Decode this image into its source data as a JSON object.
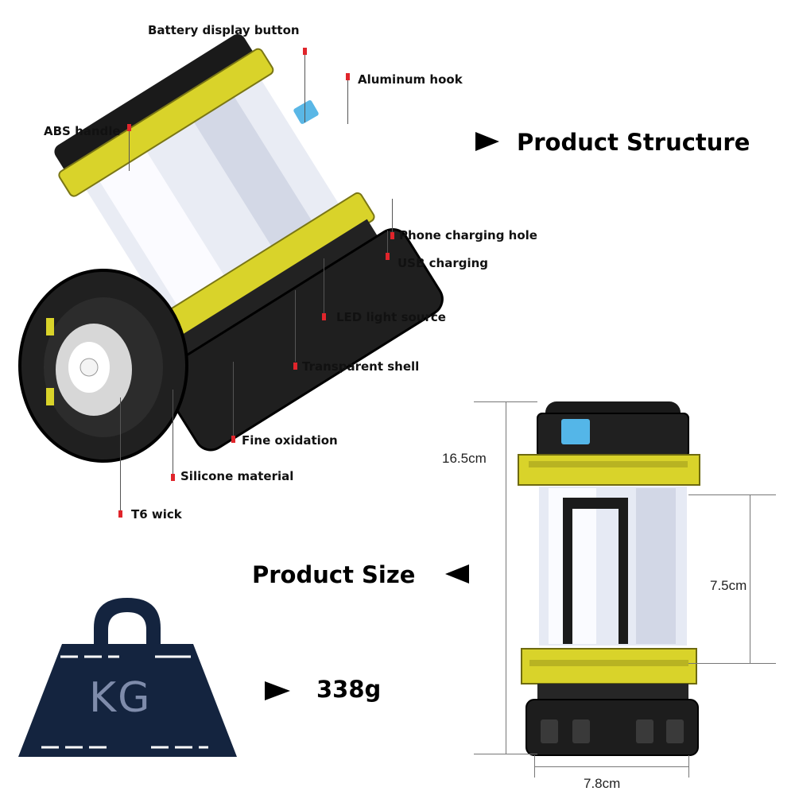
{
  "callouts": {
    "battery_display_button": "Battery display button",
    "aluminum_hook": "Aluminum hook",
    "abs_handle": "ABS handle",
    "phone_charging_hole": "Phone charging hole",
    "usb_charging": "USB charging",
    "led_light_source": "LED light source",
    "transparent_shell": "Transparent shell",
    "fine_oxidation": "Fine oxidation",
    "silicone_material": "Silicone material",
    "t6_wick": "T6 wick"
  },
  "sections": {
    "structure": "Product Structure",
    "size": "Product Size",
    "weight": "338g"
  },
  "dimensions": {
    "height": "16.5cm",
    "light_height": "7.5cm",
    "width": "7.8cm"
  },
  "weight_icon_label": "KG",
  "colors": {
    "accent_red": "#e0252b",
    "yellow_ring": "#d9d32a",
    "body_black": "#1a1a1a",
    "weight_navy": "#14243f"
  }
}
